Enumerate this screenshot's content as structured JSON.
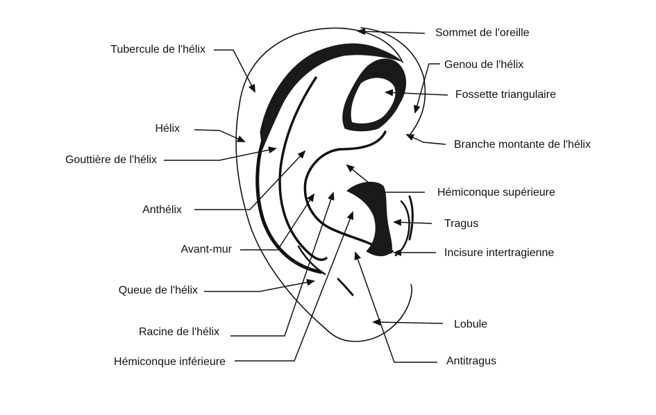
{
  "colors": {
    "ink": "#1a1a1a",
    "background": "#ffffff"
  },
  "labels": {
    "sommet": "Sommet de l'oreille",
    "genou": "Genou de l'hélix",
    "fossette": "Fossette triangulaire",
    "branche": "Branche montante de l'hélix",
    "hemiconque_sup": "Hémiconque supérieure",
    "tragus": "Tragus",
    "incisure": "Incisure intertragienne",
    "lobule": "Lobule",
    "antitragus": "Antitragus",
    "tubercule": "Tubercule de l'hélix",
    "helix": "Hélix",
    "gouttiere": "Gouttière de l'hélix",
    "anthelix": "Anthélix",
    "avant_mur": "Avant-mur",
    "queue": "Queue de l'hélix",
    "racine": "Racine de l'hélix",
    "hemiconque_inf": "Hémiconque inférieure"
  }
}
